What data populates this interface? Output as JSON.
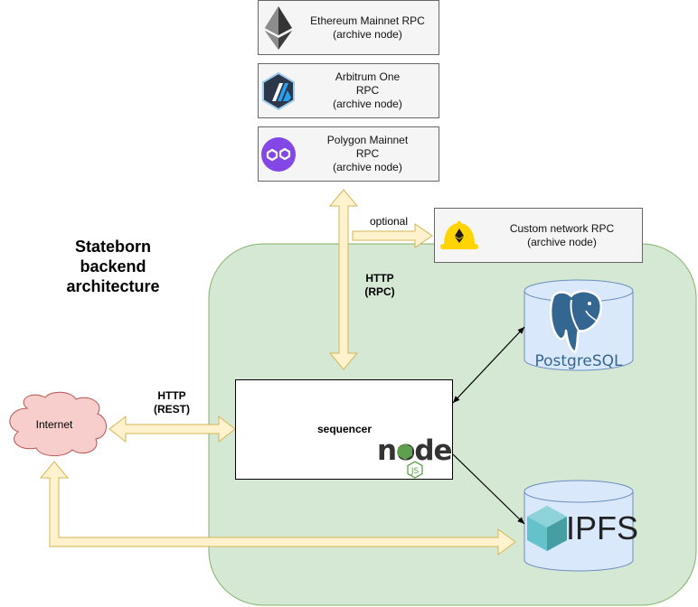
{
  "title": {
    "line1": "Stateborn",
    "line2": "backend",
    "line3": "architecture"
  },
  "rpc_nodes": [
    {
      "name": "ethereum",
      "icon": "ethereum-icon",
      "lines": [
        "Ethereum Mainnet RPC",
        "(archive node)"
      ]
    },
    {
      "name": "arbitrum",
      "icon": "arbitrum-icon",
      "lines": [
        "Arbitrum One",
        "RPC",
        "(archive node)"
      ]
    },
    {
      "name": "polygon",
      "icon": "polygon-icon",
      "lines": [
        "Polygon Mainnet",
        "RPC",
        "(archive node)"
      ]
    }
  ],
  "custom_rpc": {
    "icon": "hard-hat-icon",
    "lines": [
      "Custom network RPC",
      "(archive node)"
    ]
  },
  "labels": {
    "optional": "optional",
    "http_rpc": [
      "HTTP",
      "(RPC)"
    ],
    "http_rest": [
      "HTTP",
      "(REST)"
    ]
  },
  "internet": "Internet",
  "sequencer": "sequencer",
  "node_logo": {
    "text": "node",
    "badge": "JS"
  },
  "databases": {
    "postgres": "PostgreSQL",
    "ipfs": "IPFS"
  },
  "colors": {
    "cluster_fill": "#d5e8d4",
    "cluster_stroke": "#82b366",
    "arrow_fill": "#fff2cc",
    "arrow_stroke": "#d6b656",
    "cloud_fill": "#f8cecc",
    "cloud_stroke": "#b85450",
    "db_fill": "#dae8fc",
    "db_stroke": "#6c8ebf",
    "postgres_blue": "#336791",
    "ipfs_teal": "#65c2cb",
    "node_green": "#5fa04e",
    "polygon_purple": "#8247e5",
    "arbitrum_blue": "#28a0f0"
  }
}
